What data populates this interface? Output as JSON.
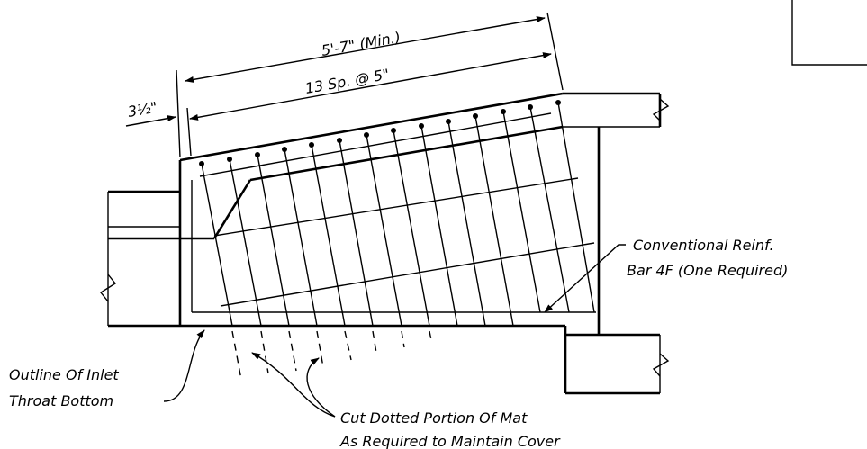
{
  "dimensions": {
    "overall": "5'-7\" (Min.)",
    "spacing": "13 Sp. @ 5\"",
    "offset": "3½\""
  },
  "notes": {
    "conventional_line1": "Conventional Reinf.",
    "conventional_line2": "Bar 4F (One Required)",
    "outline_line1": "Outline Of Inlet",
    "outline_line2": "Throat Bottom",
    "cut_line1": "Cut Dotted Portion Of Mat",
    "cut_line2": "As Required to Maintain Cover"
  }
}
